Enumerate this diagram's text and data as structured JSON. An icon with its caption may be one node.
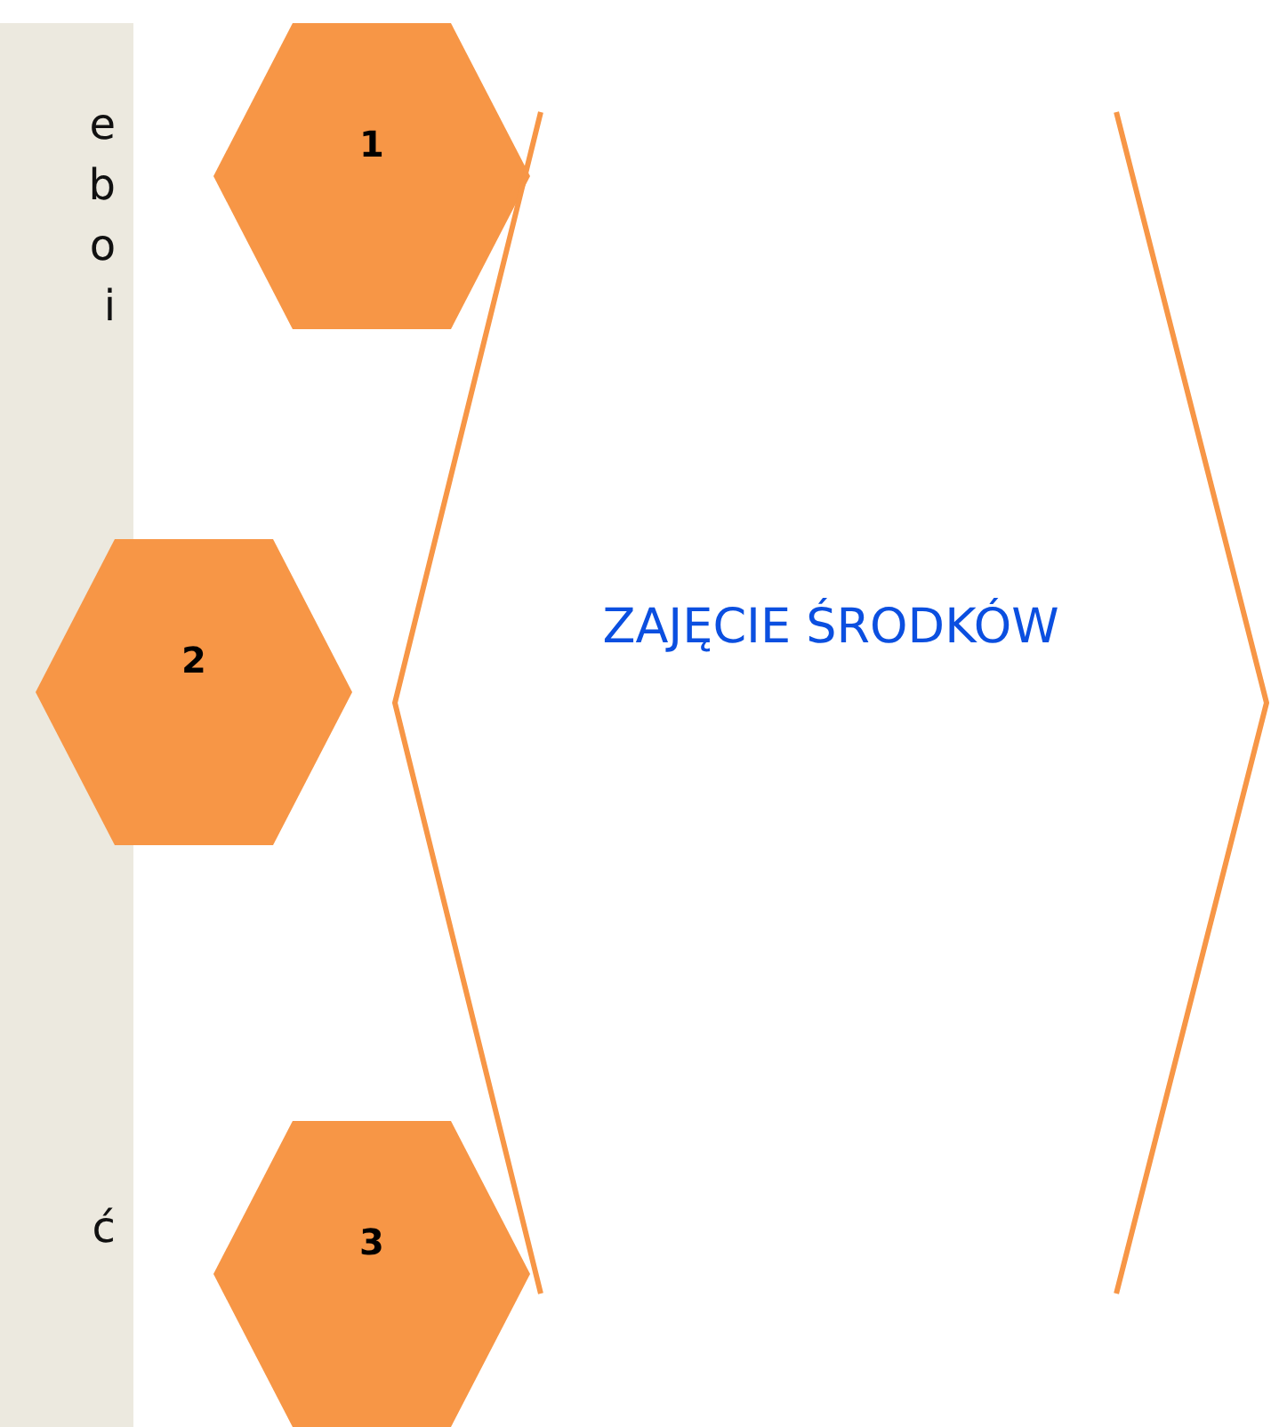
{
  "diagram": {
    "nodes": [
      {
        "text": [
          "e b o i",
          "ć"
        ]
      },
      {
        "text": [
          "1"
        ]
      },
      {
        "text": [
          "2"
        ]
      },
      {
        "text": [
          "3"
        ]
      },
      {
        "text": [
          "ZAJĘCIE ŚRODKÓW"
        ]
      }
    ]
  }
}
